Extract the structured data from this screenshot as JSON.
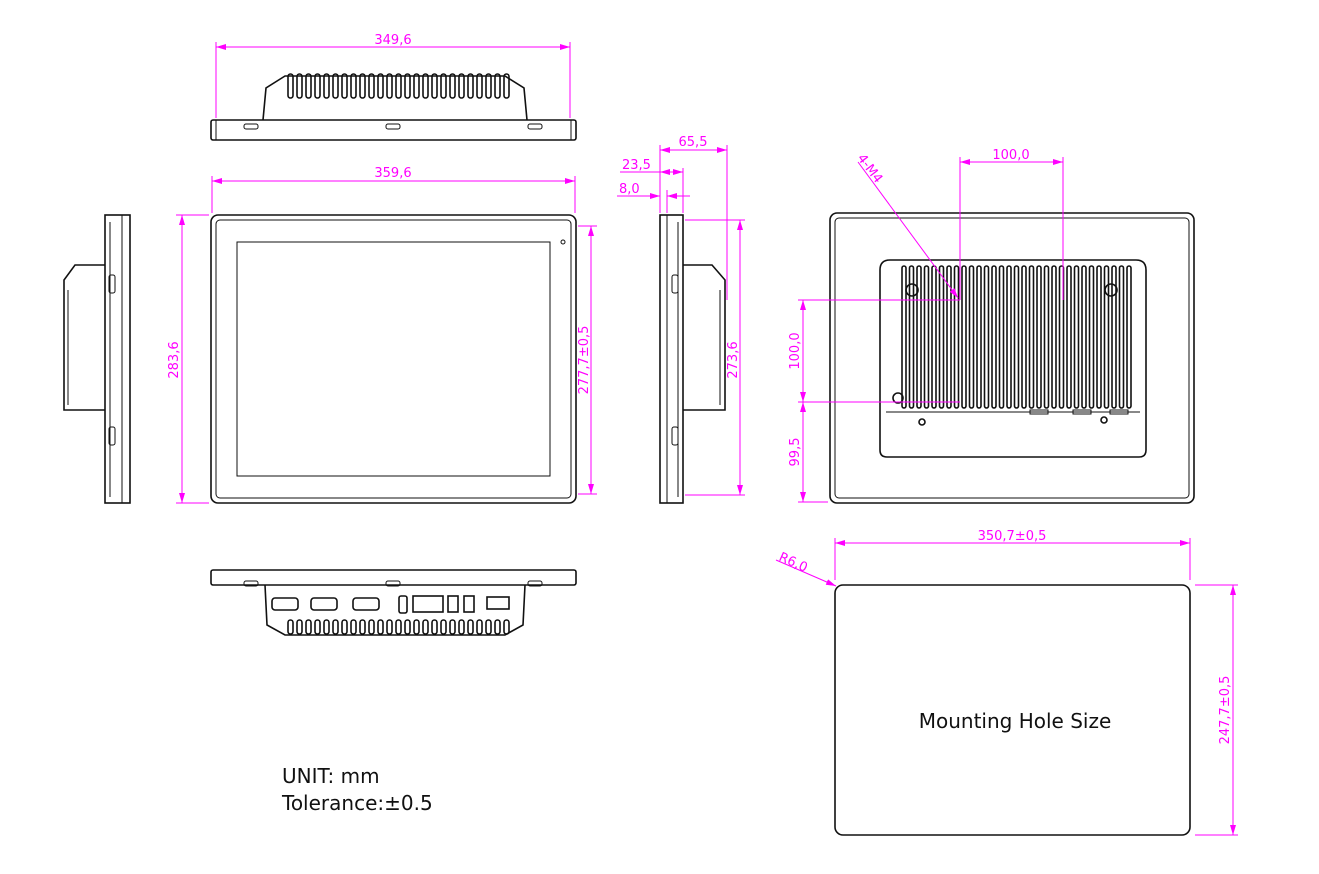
{
  "dimensions": {
    "top_width": "349,6",
    "front_width": "359,6",
    "front_height": "283,6",
    "front_inner_height": "277,7±0,5",
    "side_depth": "65,5",
    "side_panel_depth": "23,5",
    "side_bezel": "8,0",
    "side_height": "273,6",
    "rear_thread": "4-M4",
    "rear_hole_spacing_h": "100,0",
    "rear_hole_spacing_v": "100,0",
    "rear_bottom_offset": "99,5",
    "cutout_width": "350,7±0,5",
    "cutout_radius": "R6,0",
    "cutout_height": "247,7±0,5"
  },
  "cutout_label": "Mounting Hole Size",
  "notes": {
    "unit": "UNIT: mm",
    "tolerance": "Tolerance:±0.5"
  },
  "colors": {
    "dimension": "#ff00ff",
    "outline": "#111111"
  }
}
